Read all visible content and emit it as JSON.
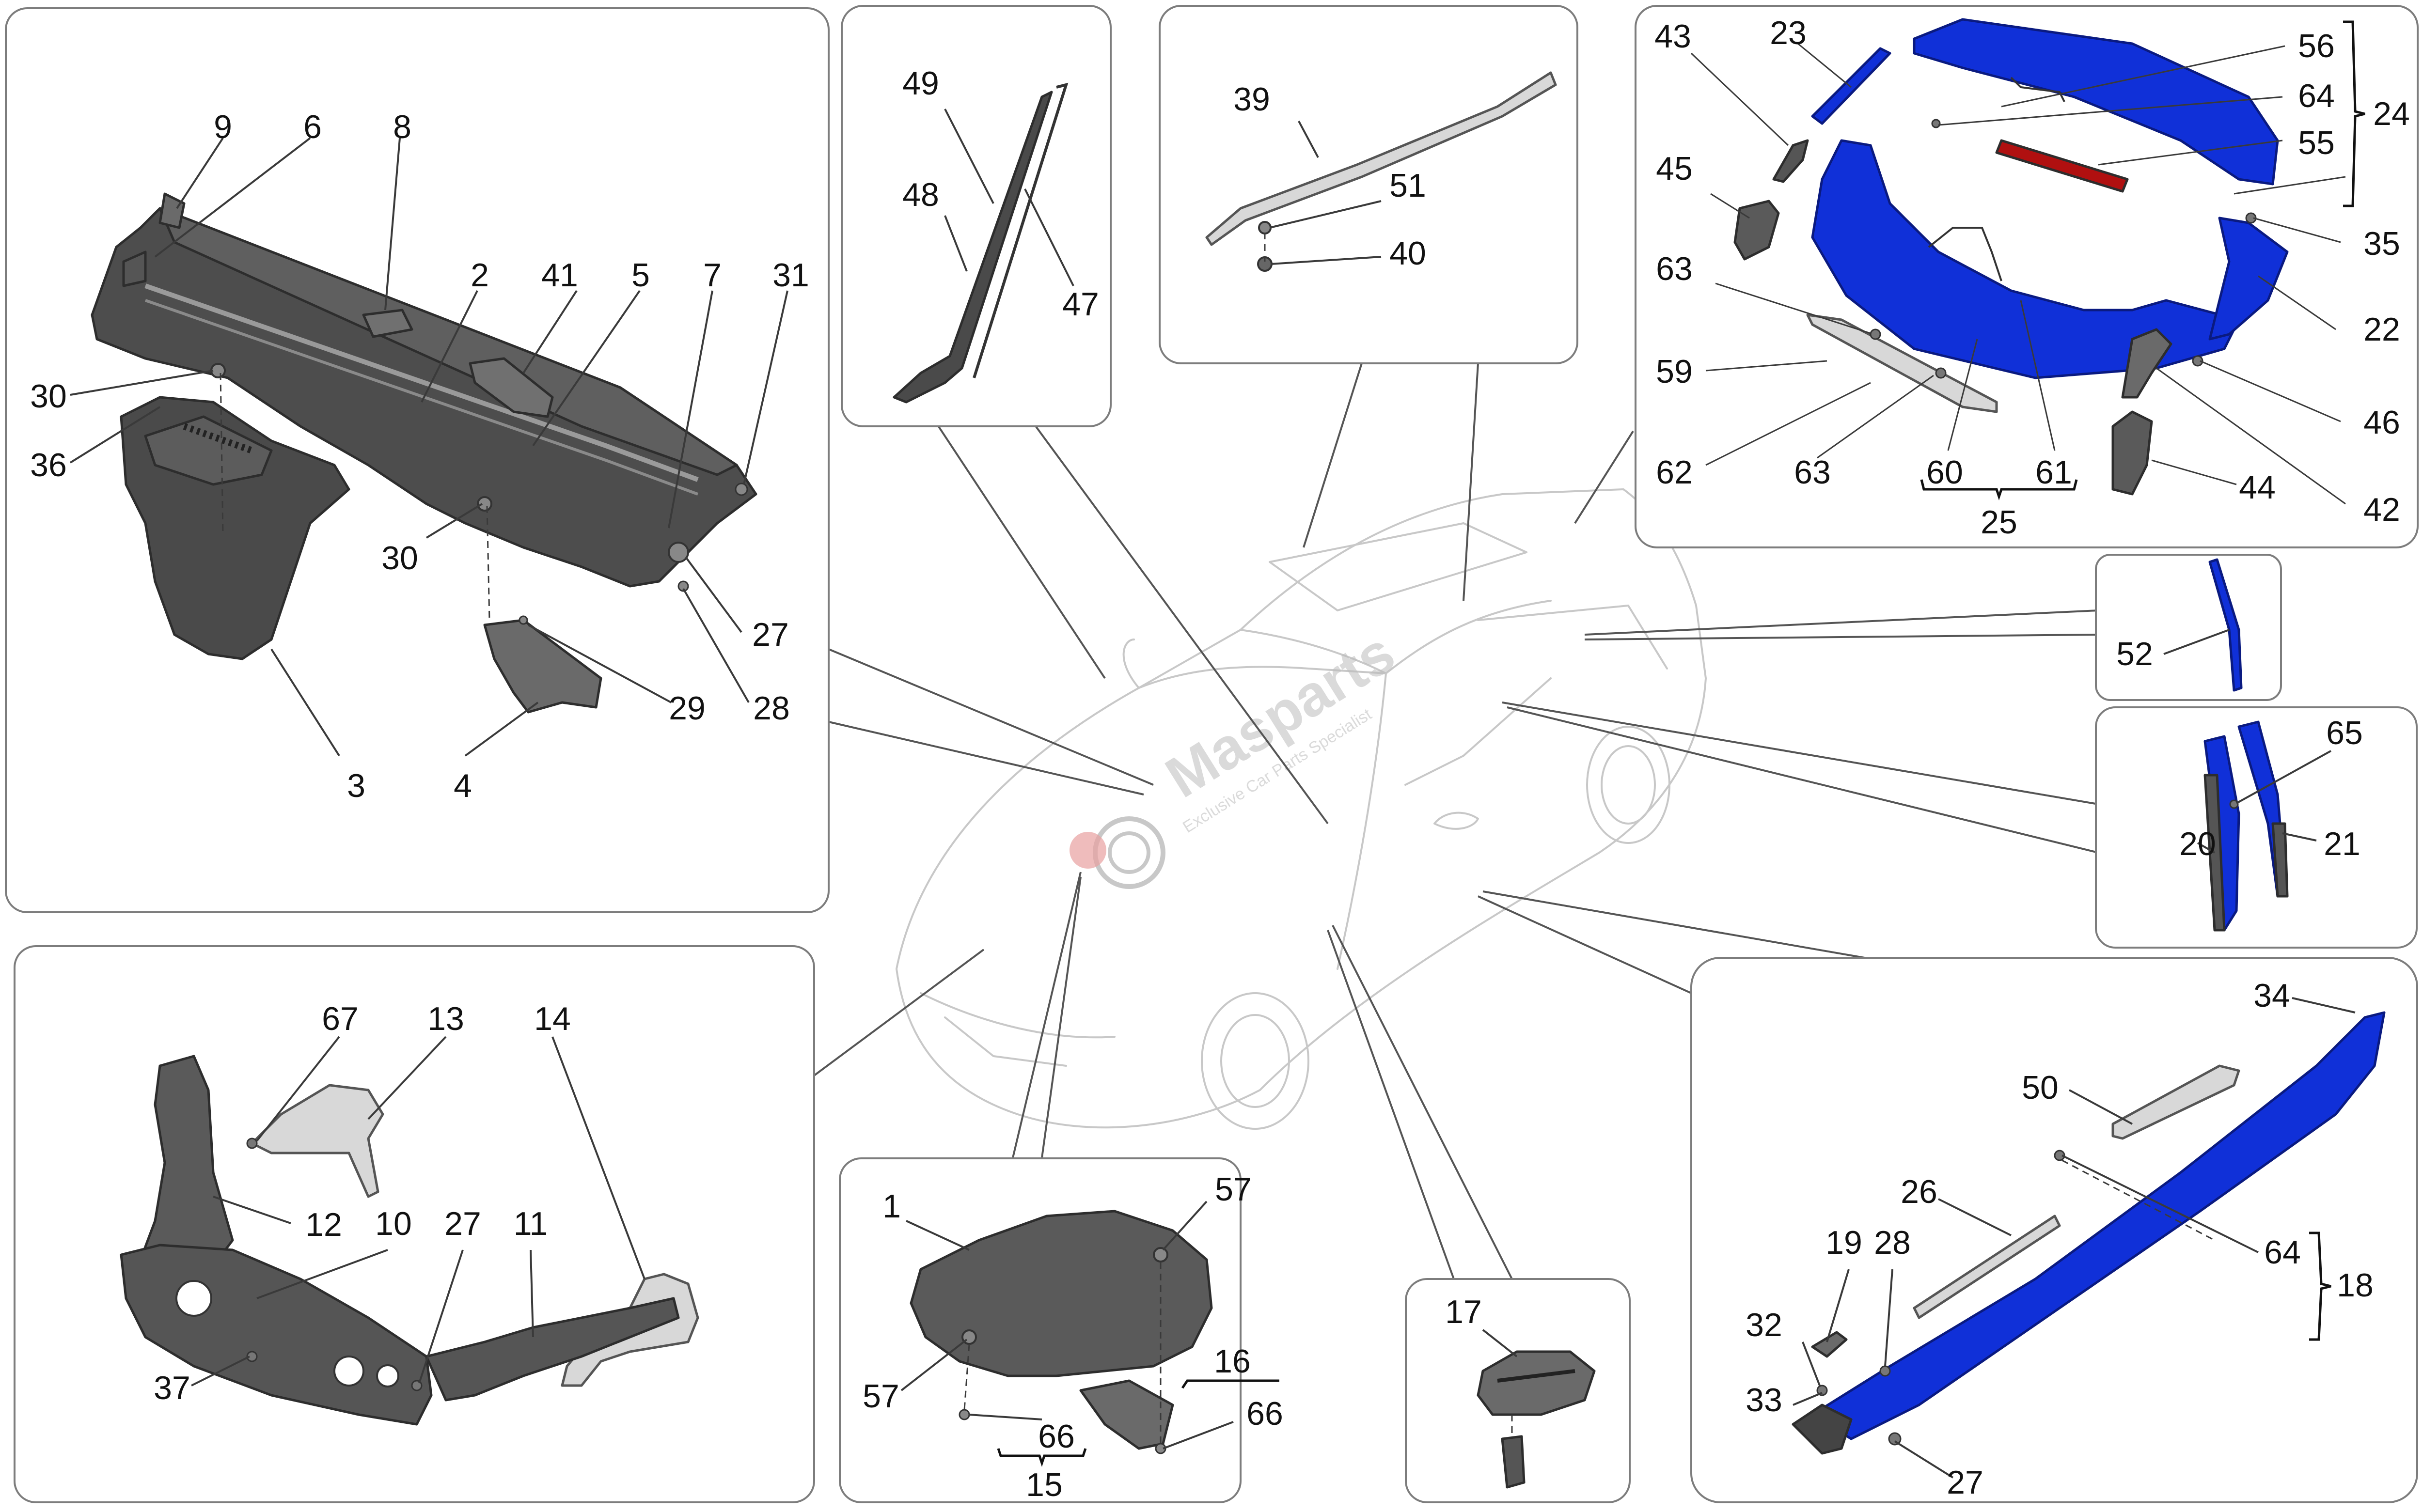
{
  "watermark": {
    "brand": "Masparts",
    "tagline": "Exclusive Car Parts Specialist"
  },
  "colors": {
    "highlight_part": "#1030d8",
    "part_dark": "#4a4a4a",
    "part_light": "#d8d8d8",
    "panel_border": "#7d7d7d",
    "car_outline": "#c8c8c8"
  },
  "panels": {
    "cowl": {
      "labels": [
        "9",
        "6",
        "8",
        "2",
        "41",
        "5",
        "7",
        "31",
        "30",
        "36",
        "30",
        "27",
        "29",
        "28",
        "3",
        "4"
      ]
    },
    "pillar": {
      "labels": [
        "49",
        "48",
        "47"
      ]
    },
    "roof": {
      "labels": [
        "39",
        "51",
        "40"
      ]
    },
    "tailgate": {
      "labels": [
        "43",
        "23",
        "56",
        "64",
        "24",
        "55",
        "45",
        "35",
        "63",
        "22",
        "59",
        "46",
        "62",
        "63",
        "60",
        "61",
        "44",
        "42",
        "25"
      ]
    },
    "glass_strip": {
      "labels": [
        "52"
      ]
    },
    "door_seal": {
      "labels": [
        "65",
        "20",
        "21"
      ]
    },
    "front_brackets": {
      "labels": [
        "67",
        "13",
        "14",
        "12",
        "10",
        "27",
        "11",
        "37"
      ]
    },
    "underbody": {
      "labels": [
        "1",
        "57",
        "57",
        "16",
        "66",
        "66",
        "15"
      ]
    },
    "light": {
      "labels": [
        "17"
      ]
    },
    "sill": {
      "labels": [
        "34",
        "50",
        "26",
        "19",
        "28",
        "64",
        "18",
        "32",
        "33",
        "27"
      ]
    }
  }
}
